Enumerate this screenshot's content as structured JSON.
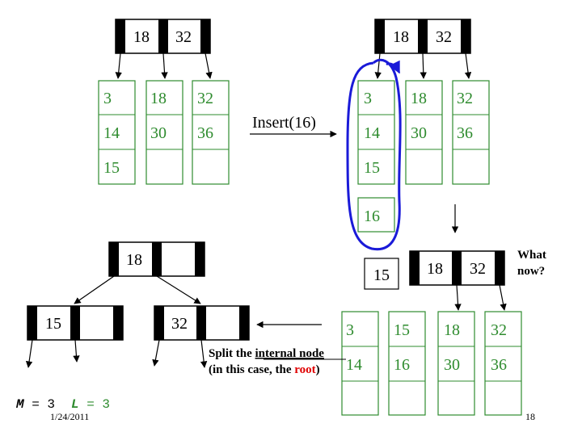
{
  "top_left_tree": {
    "root_keys": [
      "18",
      "32"
    ],
    "leaves": [
      [
        "3",
        "14",
        "15"
      ],
      [
        "18",
        "30",
        ""
      ],
      [
        "32",
        "36",
        ""
      ]
    ]
  },
  "operation": {
    "label": "Insert(16)"
  },
  "top_right_tree": {
    "root_keys": [
      "18",
      "32"
    ],
    "leaves": [
      [
        "3",
        "14",
        "15"
      ],
      [
        "18",
        "30",
        ""
      ],
      [
        "32",
        "36",
        ""
      ]
    ],
    "overflow_value": "16",
    "highlight_color": "#1a1ad8"
  },
  "middle_right": {
    "promoted_key": "15",
    "root_keys": [
      "18",
      "32"
    ],
    "question_line1": "What",
    "question_line2": "now?",
    "leaves": [
      [
        "3",
        "14",
        ""
      ],
      [
        "15",
        "16",
        ""
      ],
      [
        "18",
        "30",
        ""
      ],
      [
        "32",
        "36",
        ""
      ]
    ]
  },
  "bottom_left_tree": {
    "root_keys": [
      "18",
      ""
    ],
    "left_child_keys": [
      "15",
      ""
    ],
    "right_child_keys": [
      "32",
      ""
    ]
  },
  "split_note": {
    "line1_prefix": "Split the ",
    "line1_underlined": "internal node",
    "line2_prefix": "(in this case, the ",
    "line2_highlight": "root",
    "line2_suffix": ")",
    "highlight_color": "#e00000"
  },
  "params": {
    "m_label": "M",
    "m_eq": " = 3",
    "l_label": "L",
    "l_eq": " = 3",
    "m_color": "#000000",
    "l_color": "#2e8b2e"
  },
  "footer": {
    "date": "1/24/2011",
    "page": "18"
  },
  "colors": {
    "leaf": "#2e8b2e",
    "node_bar": "#000000"
  }
}
